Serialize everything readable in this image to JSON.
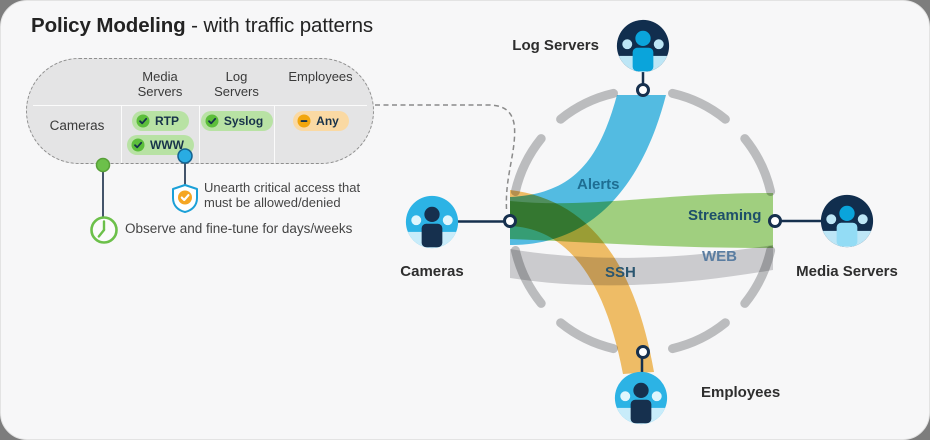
{
  "title": {
    "main": "Policy Modeling",
    "suffix": " - with traffic patterns"
  },
  "policy_panel": {
    "row_header": "Cameras",
    "columns": [
      {
        "header": "Media Servers",
        "pills": [
          {
            "label": "RTP",
            "status": "allowed"
          },
          {
            "label": "WWW",
            "status": "allowed"
          }
        ]
      },
      {
        "header": "Log Servers",
        "pills": [
          {
            "label": "Syslog",
            "status": "allowed"
          }
        ]
      },
      {
        "header": "Employees",
        "pills": [
          {
            "label": "Any",
            "status": "any"
          }
        ]
      }
    ]
  },
  "callouts": {
    "unearth": {
      "lines": [
        "Unearth critical access that",
        "must be allowed/denied"
      ]
    },
    "observe": {
      "text": "Observe and fine-tune for days/weeks"
    }
  },
  "diagram": {
    "nodes": {
      "log_servers": {
        "label": "Log Servers"
      },
      "cameras": {
        "label": "Cameras"
      },
      "media_servers": {
        "label": "Media Servers"
      },
      "employees": {
        "label": "Employees"
      }
    },
    "flows": {
      "alerts": {
        "label": "Alerts",
        "from": "Cameras",
        "to": "Log Servers",
        "color": "#56c1e8"
      },
      "streaming": {
        "label": "Streaming",
        "from": "Cameras",
        "to": "Media Servers",
        "color": "#a5d683"
      },
      "web": {
        "label": "WEB",
        "from": "Cameras",
        "to": "Media Servers",
        "color": "#d2d2d4"
      },
      "ssh": {
        "label": "SSH",
        "from": "Employees",
        "to": "Cameras",
        "color": "#f6c269"
      }
    }
  },
  "colors": {
    "flow_alerts": "#56c1e8",
    "flow_streaming": "#a5d683",
    "flow_web": "#d2d2d4",
    "flow_ssh": "#f6c269",
    "allowed_pill_bg": "#b8e2a4",
    "allowed_check": "#5cbe3b",
    "any_pill_bg": "#fad9a3",
    "any_minus": "#f2a60c",
    "node_navy": "#112e4e",
    "node_blue": "#2cb3e5",
    "ring_gray": "#bbbcbe",
    "panel_bg": "#e4e4e5"
  }
}
